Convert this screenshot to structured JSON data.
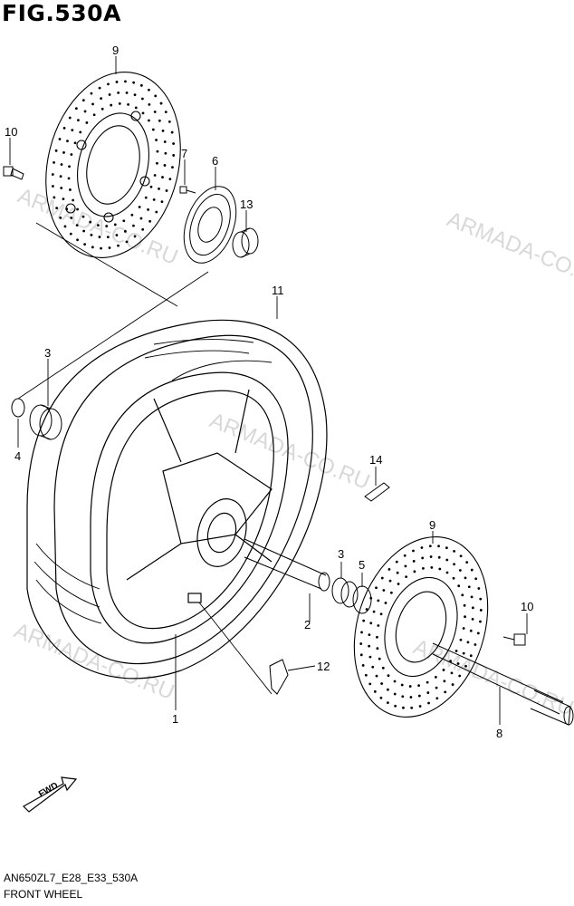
{
  "figure_title": "FIG.530A",
  "watermark": "ARMADA-CO.RU",
  "callouts": {
    "disc_top": "9",
    "bolt_top": "10",
    "screw": "7",
    "sensor_ring": "6",
    "spacer": "13",
    "tire": "11",
    "bearing_left": "3",
    "seal_left": "4",
    "weight": "14",
    "disc_right": "9",
    "bearing_right": "3",
    "seal_right": "5",
    "bolt_right": "10",
    "collar": "2",
    "valve": "12",
    "wheel": "1",
    "axle": "8"
  },
  "fwd_label": "FWD",
  "footer": {
    "code": "AN650ZL7_E28_E33_530A",
    "name": "FRONT WHEEL"
  }
}
